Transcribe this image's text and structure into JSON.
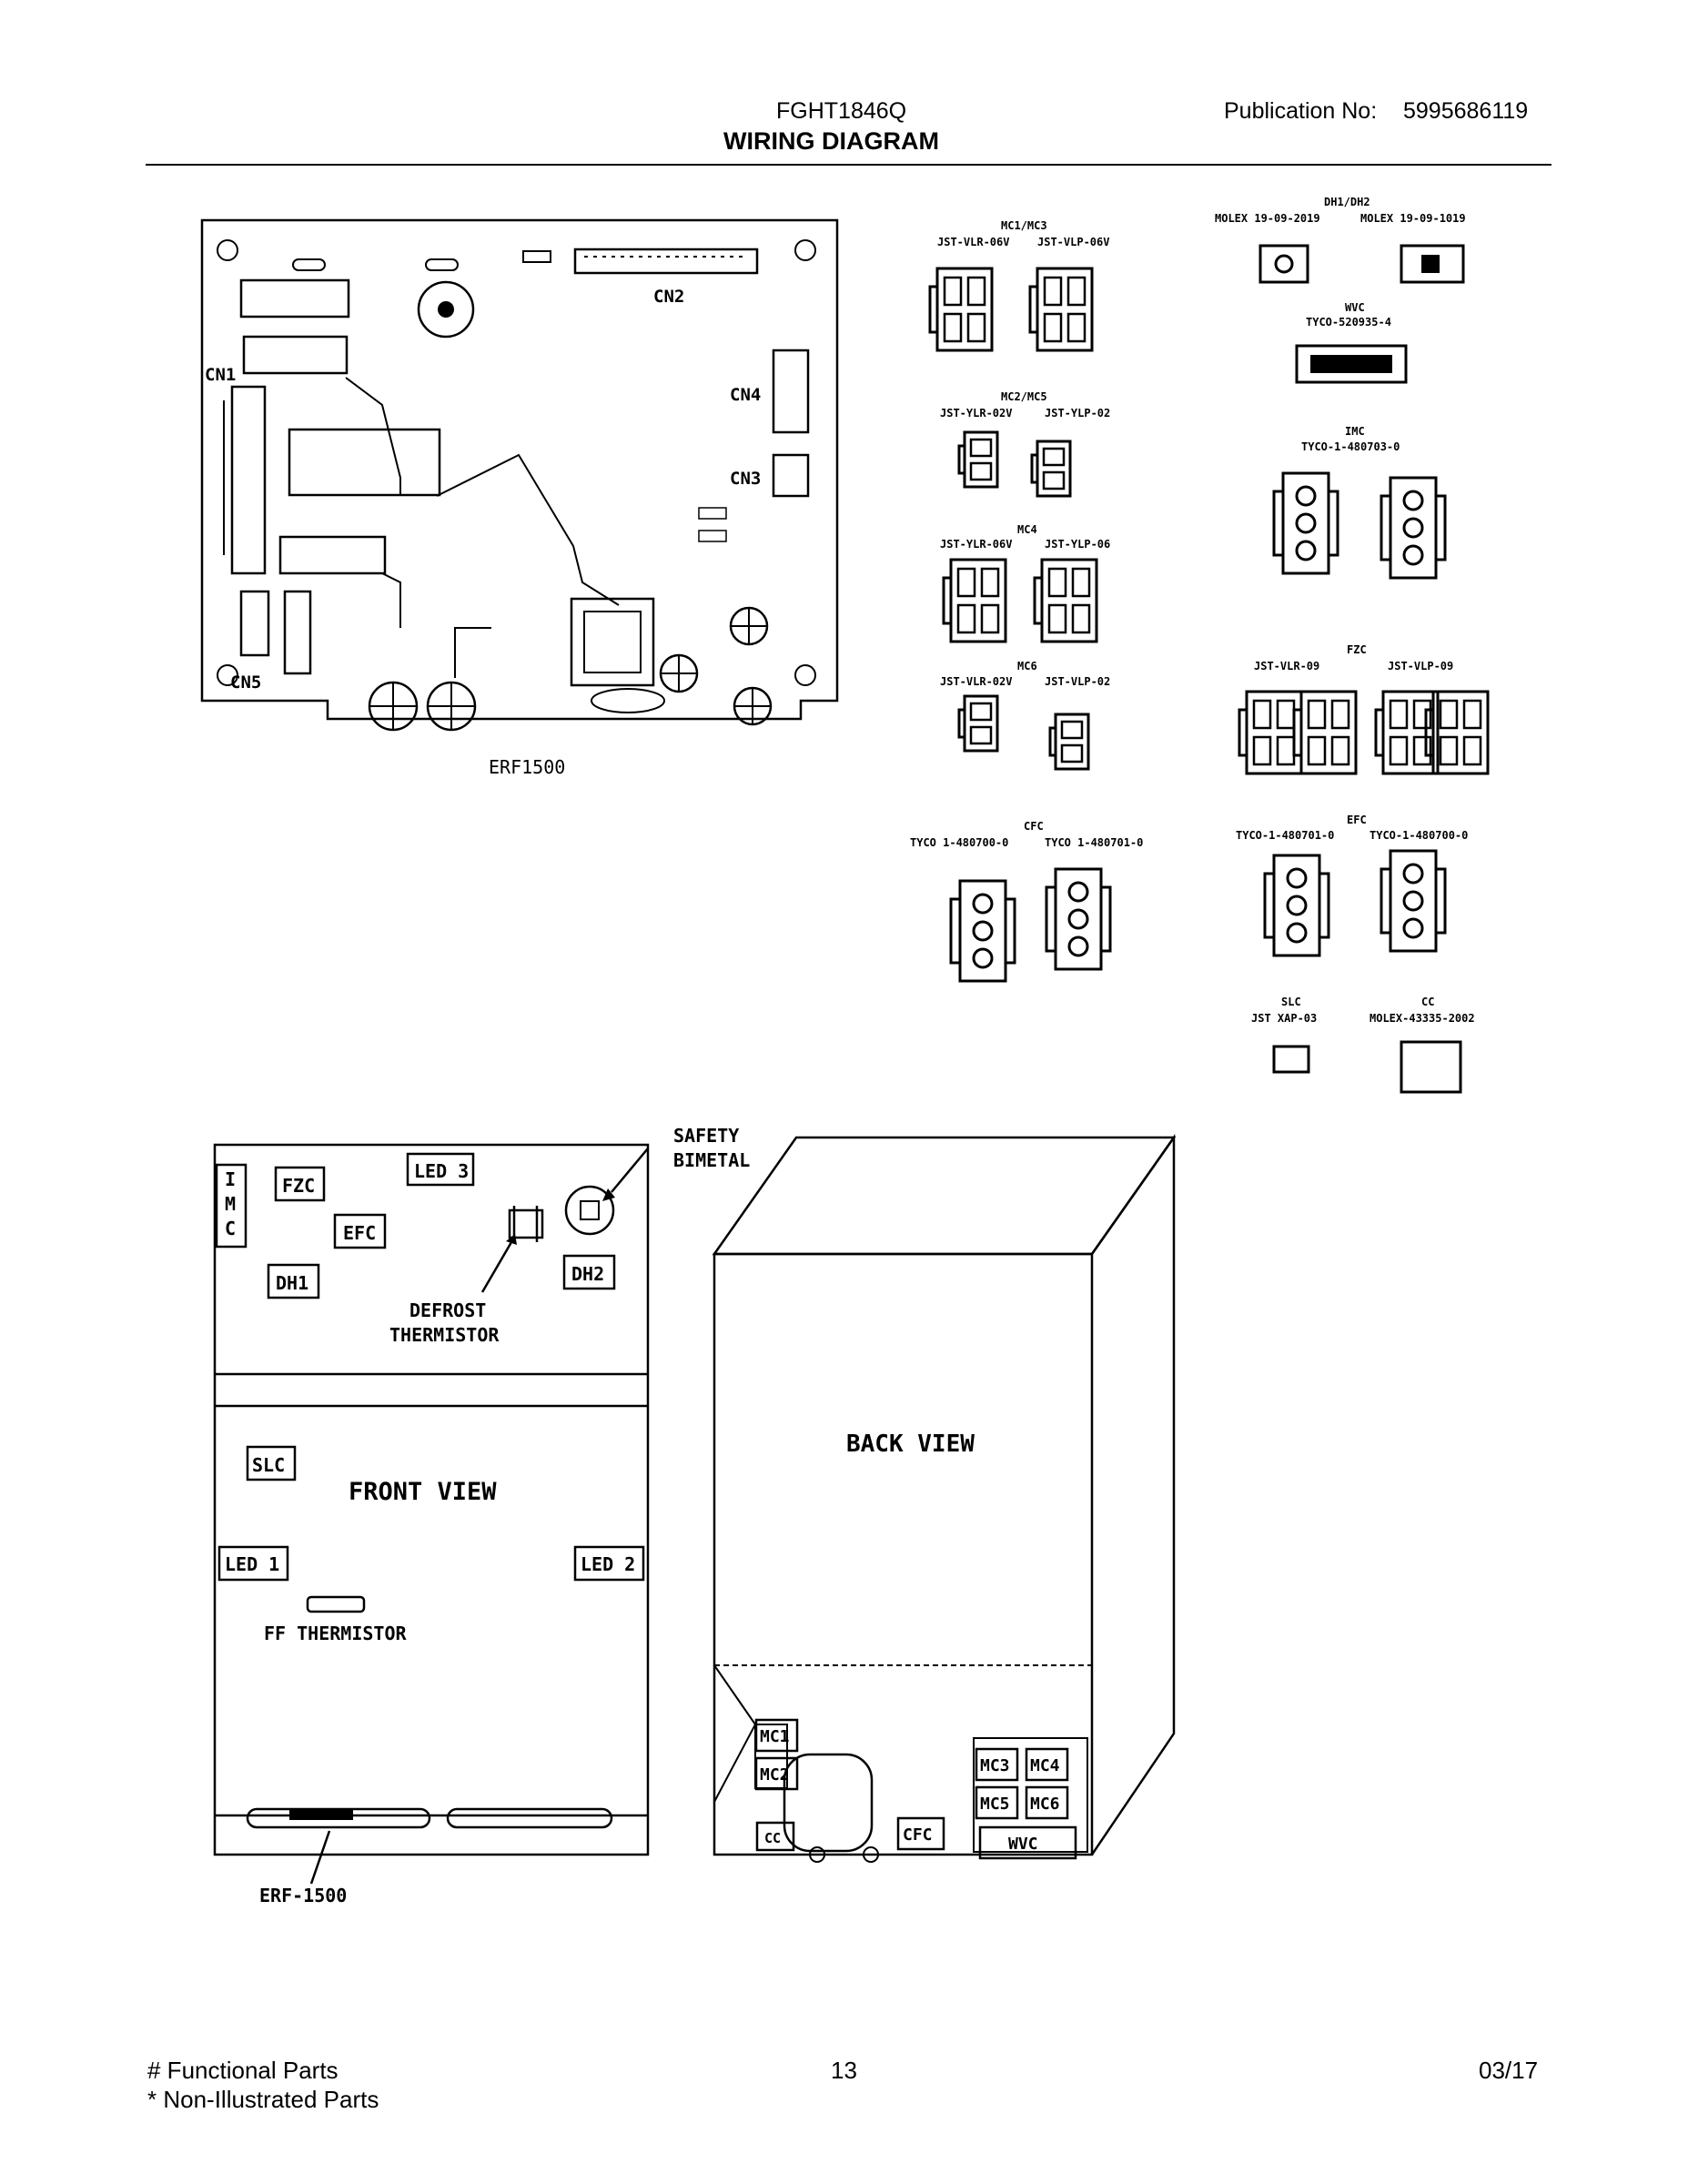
{
  "header": {
    "model": "FGHT1846Q",
    "title": "WIRING DIAGRAM",
    "publication_label": "Publication No:",
    "publication_number": "5995686119"
  },
  "board": {
    "name": "ERF1500",
    "connectors": [
      "CN1",
      "CN2",
      "CN3",
      "CN4",
      "CN5"
    ]
  },
  "connector_groups": [
    {
      "id": "MC1/MC3",
      "parts": [
        "JST-VLR-06V",
        "JST-VLP-06V"
      ]
    },
    {
      "id": "MC2/MC5",
      "parts": [
        "JST-YLR-02V",
        "JST-YLP-02"
      ]
    },
    {
      "id": "MC4",
      "parts": [
        "JST-YLR-06V",
        "JST-YLP-06"
      ]
    },
    {
      "id": "MC6",
      "parts": [
        "JST-VLR-02V",
        "JST-VLP-02"
      ]
    },
    {
      "id": "CFC",
      "parts": [
        "TYCO 1-480700-0",
        "TYCO 1-480701-0"
      ]
    },
    {
      "id": "DH1/DH2",
      "parts": [
        "MOLEX 19-09-2019",
        "MOLEX 19-09-1019"
      ]
    },
    {
      "id": "WVC",
      "parts": [
        "TYCO-520935-4"
      ]
    },
    {
      "id": "IMC",
      "parts": [
        "TYCO-1-480703-0"
      ]
    },
    {
      "id": "FZC",
      "parts": [
        "JST-VLR-09",
        "JST-VLP-09"
      ]
    },
    {
      "id": "EFC",
      "parts": [
        "TYCO-1-480701-0",
        "TYCO-1-480700-0"
      ]
    },
    {
      "id": "SLC",
      "parts": [
        "JST XAP-03"
      ]
    },
    {
      "id": "CC",
      "parts": [
        "MOLEX-43335-2002"
      ]
    }
  ],
  "front_view": {
    "title": "FRONT VIEW",
    "imc": [
      "I",
      "M",
      "C"
    ],
    "labels": {
      "fzc": "FZC",
      "efc": "EFC",
      "led3": "LED 3",
      "dh1": "DH1",
      "dh2": "DH2",
      "slc": "SLC",
      "led1": "LED 1",
      "led2": "LED 2",
      "safety1": "SAFETY",
      "safety2": "BIMETAL",
      "defrost1": "DEFROST",
      "defrost2": "THERMISTOR",
      "ff_thermistor": "FF THERMISTOR",
      "erf": "ERF-1500"
    }
  },
  "back_view": {
    "title": "BACK VIEW",
    "labels": {
      "mc1": "MC1",
      "mc2": "MC2",
      "mc3": "MC3",
      "mc4": "MC4",
      "mc5": "MC5",
      "mc6": "MC6",
      "cc": "CC",
      "cfc": "CFC",
      "wvc": "WVC"
    }
  },
  "footer": {
    "line1": "# Functional Parts",
    "line2": "* Non-Illustrated Parts",
    "page": "13",
    "date": "03/17"
  }
}
